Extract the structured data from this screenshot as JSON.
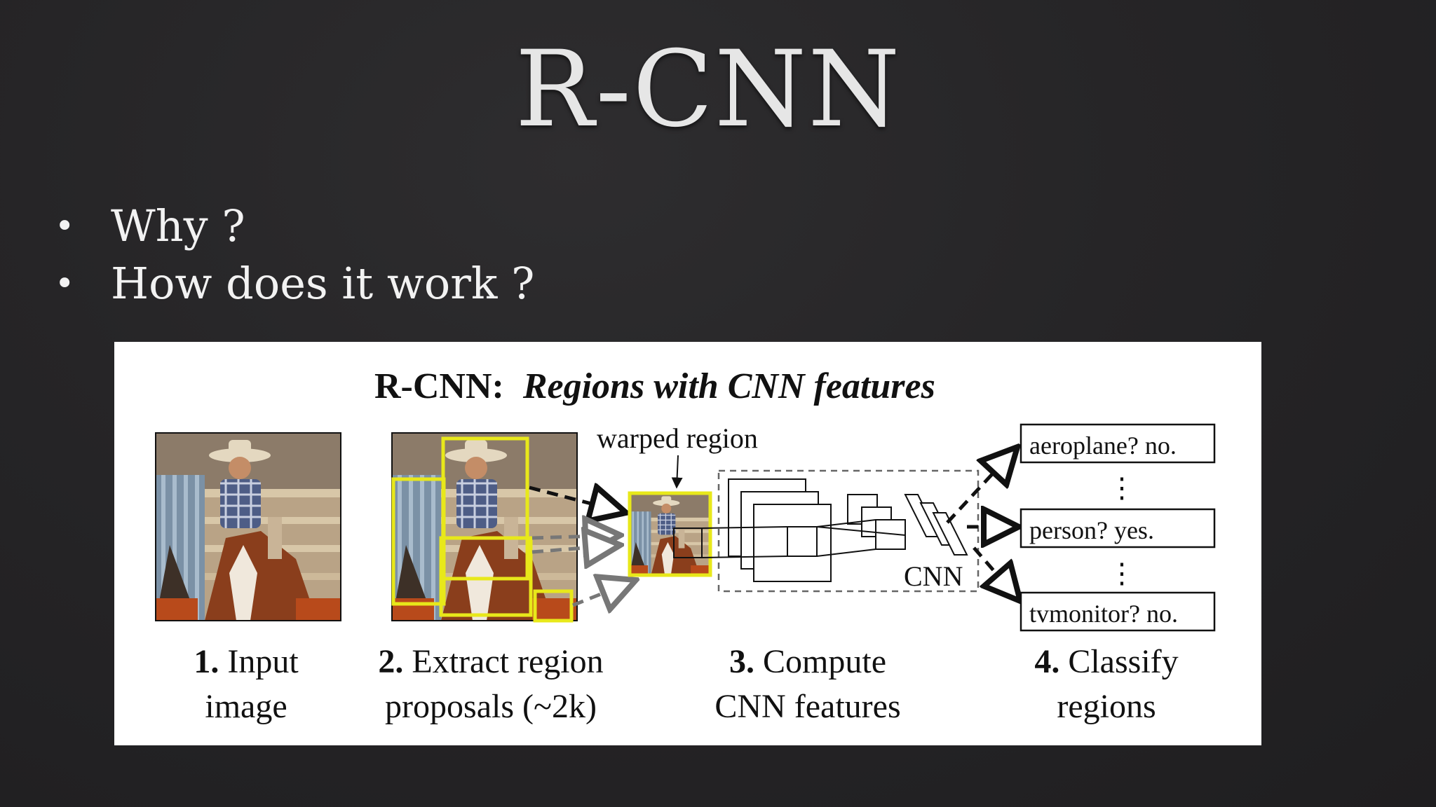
{
  "slide": {
    "title": "R-CNN",
    "bullets": [
      "Why ?",
      "How does it work ?"
    ]
  },
  "figure": {
    "title_bold": "R-CNN:",
    "title_italic": "Regions with CNN features",
    "warped_label": "warped region",
    "cnn_label": "CNN",
    "classifications": [
      "aeroplane? no.",
      "person? yes.",
      "tvmonitor? no."
    ],
    "ellipsis": "⋮",
    "steps": [
      {
        "num": "1.",
        "line1": " Input",
        "line2": "image"
      },
      {
        "num": "2.",
        "line1": " Extract region",
        "line2": "proposals (~2k)"
      },
      {
        "num": "3.",
        "line1": " Compute",
        "line2": "CNN features"
      },
      {
        "num": "4.",
        "line1": " Classify",
        "line2": "regions"
      }
    ],
    "colors": {
      "proposal_box": "#e8e81a",
      "arrow": "#111111",
      "gray_arrow": "#7a7a7a"
    }
  }
}
